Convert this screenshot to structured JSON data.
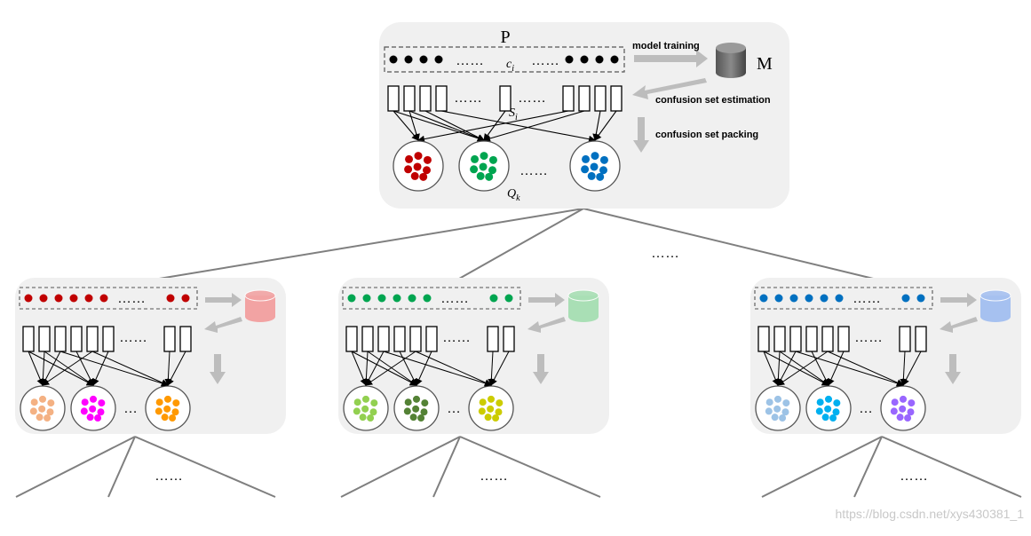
{
  "top": {
    "dataset_label": "P",
    "model_label": "M",
    "sample_label": "c",
    "sample_sub": "i",
    "confusion_label": "S",
    "confusion_sub": "i",
    "packed_label": "Q",
    "packed_sub": "k",
    "ellipsis": "……",
    "arrow_labels": {
      "training": "model training",
      "estimation": "confusion set estimation",
      "packing": "confusion set packing"
    },
    "cluster_colors": [
      "#c00000",
      "#00a550",
      "#0070c0"
    ]
  },
  "middle_ellipsis": "……",
  "bottom_ellipsis": "……",
  "children": [
    {
      "dot_color": "#c00000",
      "db_color": "#f2a3a3",
      "cluster_colors": [
        "#f4b183",
        "#ff00ff",
        "#ff9900"
      ]
    },
    {
      "dot_color": "#00a550",
      "db_color": "#a9dfb5",
      "cluster_colors": [
        "#92d050",
        "#548235",
        "#cccc00"
      ]
    },
    {
      "dot_color": "#0070c0",
      "db_color": "#a6c1f0",
      "cluster_colors": [
        "#9dc3e6",
        "#00b0f0",
        "#9966ff"
      ]
    }
  ],
  "watermark": "https://blog.csdn.net/xys430381_1"
}
